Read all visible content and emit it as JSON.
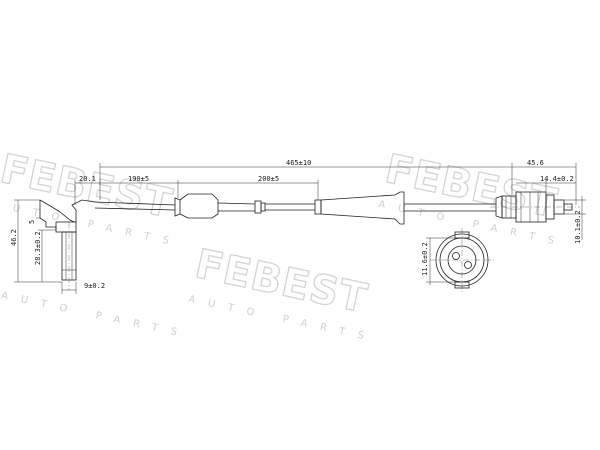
{
  "watermark": {
    "brand": "FEBEST",
    "tagline": "AUTO PARTS"
  },
  "dimensions": {
    "total_length": "465±10",
    "left_offset": "20.1",
    "first_clip": "190±5",
    "second_clip": "200±5",
    "connector_length": "45.6",
    "connector_diameter": "14.4±0.2",
    "connector_height": "10.1±0.2",
    "socket_diameter": "11.6±0.2",
    "sensor_height": "46.2",
    "sensor_offset": "5",
    "sensor_body": "28.3±0.2",
    "sensor_width": "9±0.2"
  }
}
